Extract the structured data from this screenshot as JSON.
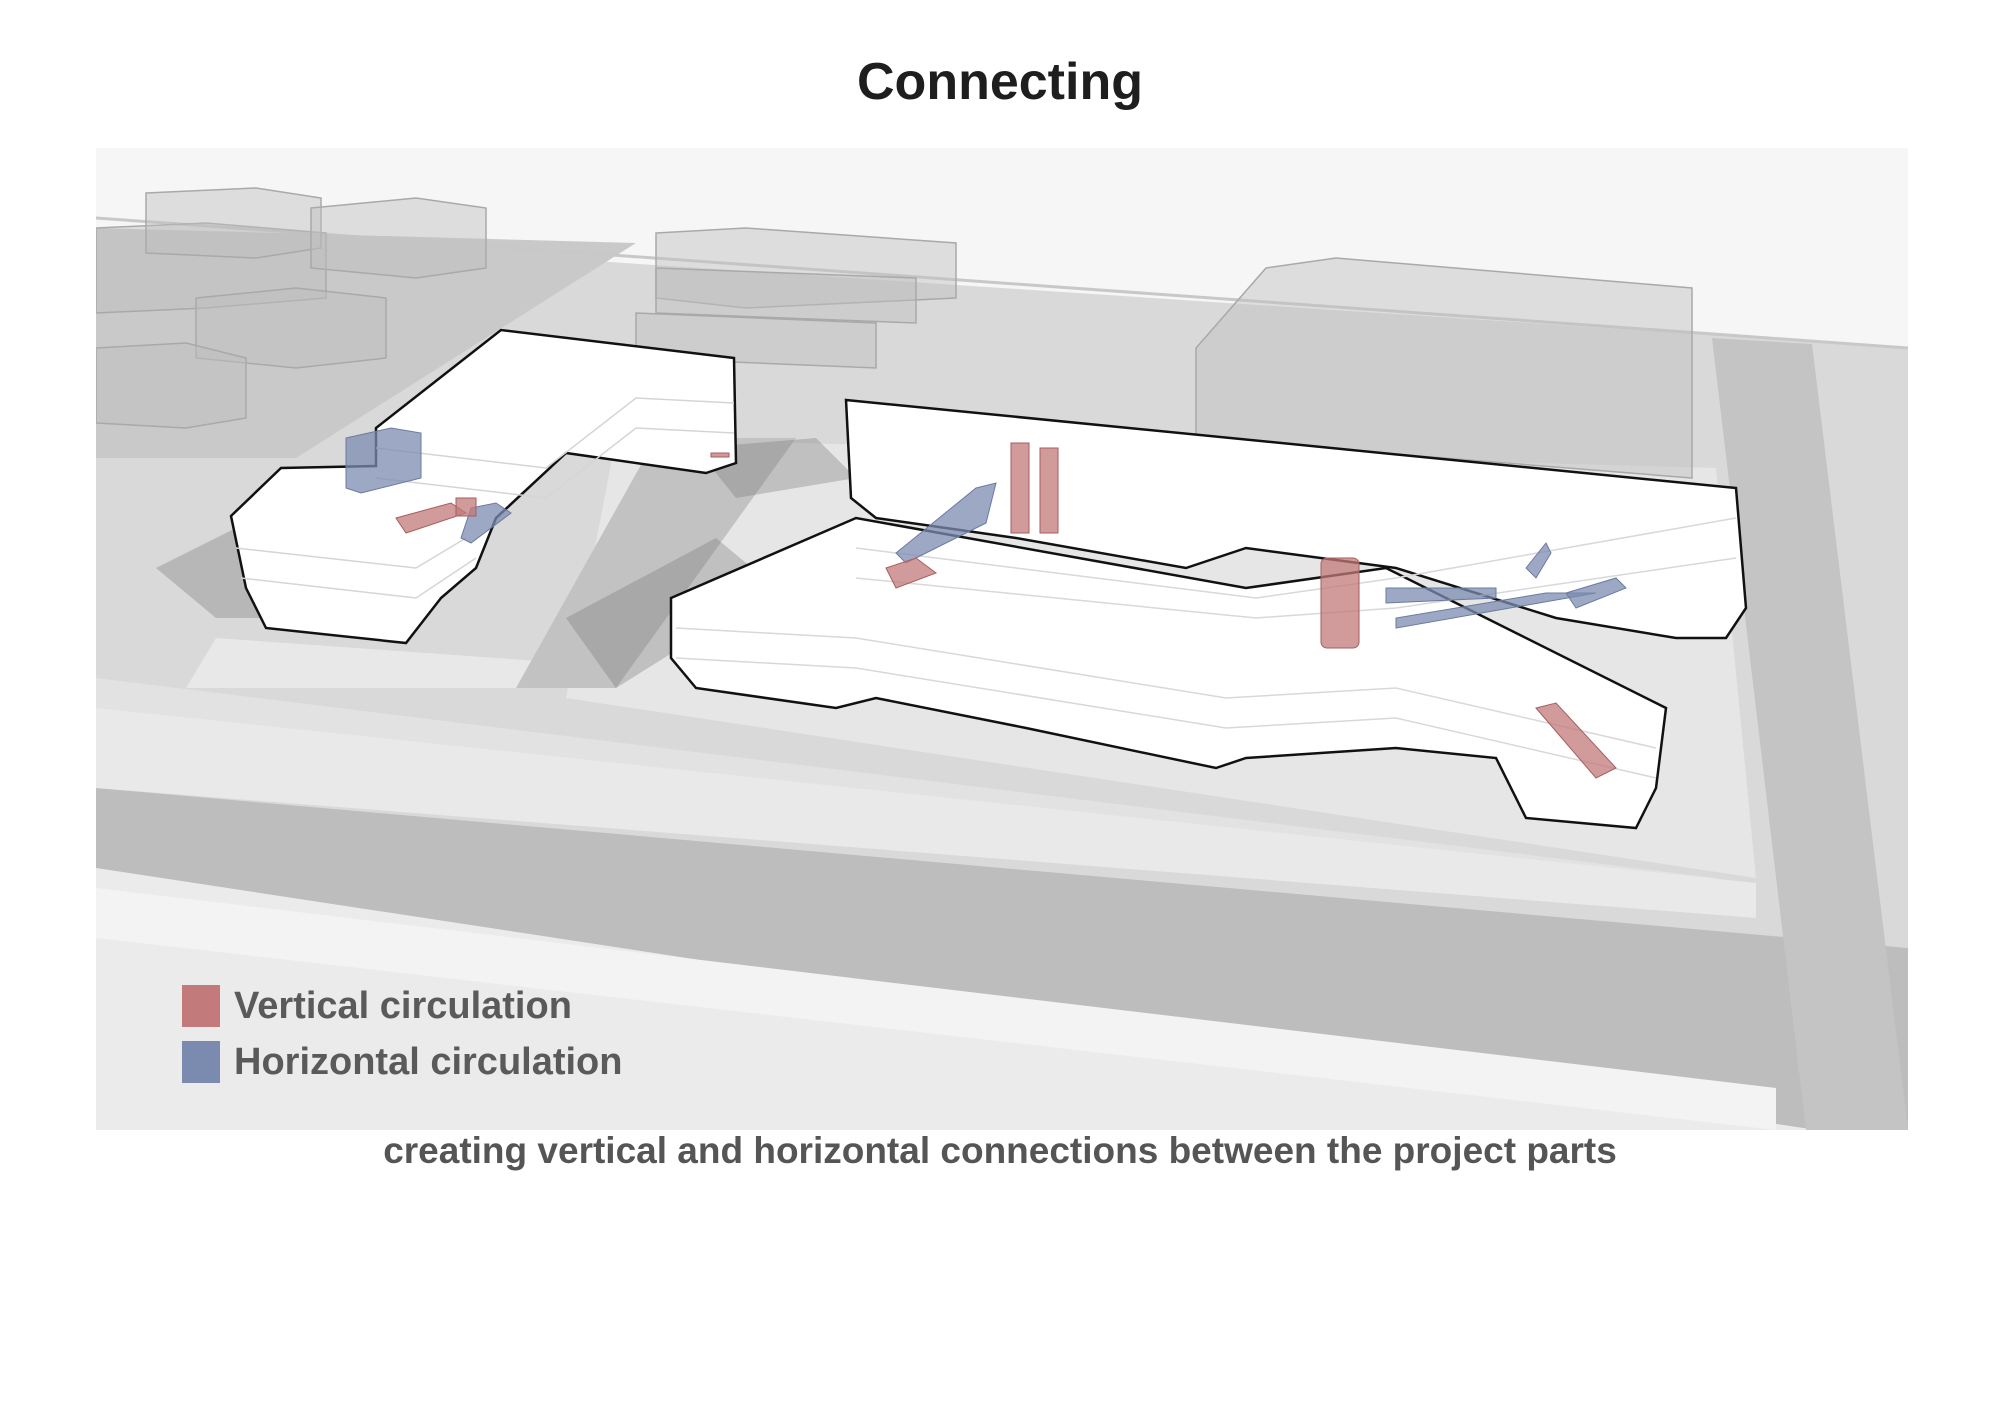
{
  "title": "Connecting",
  "legend": {
    "items": [
      {
        "label": "Vertical circulation",
        "color": "#c27a7a"
      },
      {
        "label": "Horizontal circulation",
        "color": "#7b8bb0"
      }
    ]
  },
  "caption": "creating vertical and horizontal connections between the project parts",
  "colors": {
    "vertical": "#c27a7a",
    "horizontal": "#7b8bb0",
    "road": "#b9b9b9",
    "plaza": "#e6e6e6",
    "building": "#ffffff"
  }
}
